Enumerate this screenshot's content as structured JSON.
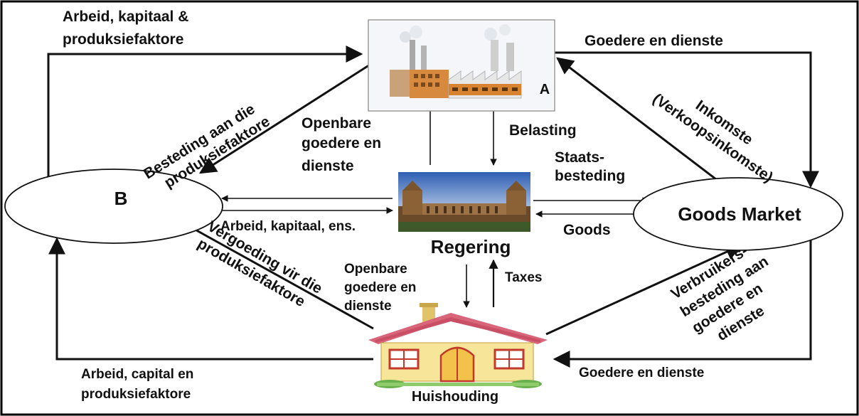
{
  "nodes": {
    "producer_marker": "A",
    "factor_market": "B",
    "goods_market": "Goods Market",
    "government": "Regering",
    "household": "Huishouding"
  },
  "flows": {
    "top_left": [
      "Arbeid, kapitaal &",
      "produksiefaktore"
    ],
    "top_right": "Goedere en dienste",
    "spending_on_factors": [
      "Besteding aan die",
      "produksiefaktore"
    ],
    "income": [
      "Inkomste",
      "(Verkoopsinkomste)"
    ],
    "gov_to_firm": [
      "Openbare",
      "goedere en",
      "dienste"
    ],
    "tax_firm": "Belasting",
    "gov_spending": [
      "Staats-",
      "besteding"
    ],
    "factors_to_gov": "Arbeid, kapitaal, ens.",
    "goods_to_gov": "Goods",
    "payment_for_factors": [
      "Vergoeding vir die",
      "produksiefaktore"
    ],
    "gov_to_household": [
      "Openbare",
      "goedere en",
      "dienste"
    ],
    "tax_household": "Taxes",
    "consumer_spending": [
      "Verbruikers-",
      "besteding aan",
      "goedere en",
      "dienste"
    ],
    "bottom_left": [
      "Arbeid, capital en",
      "produksiefaktore"
    ],
    "bottom_right": "Goedere en dienste"
  }
}
